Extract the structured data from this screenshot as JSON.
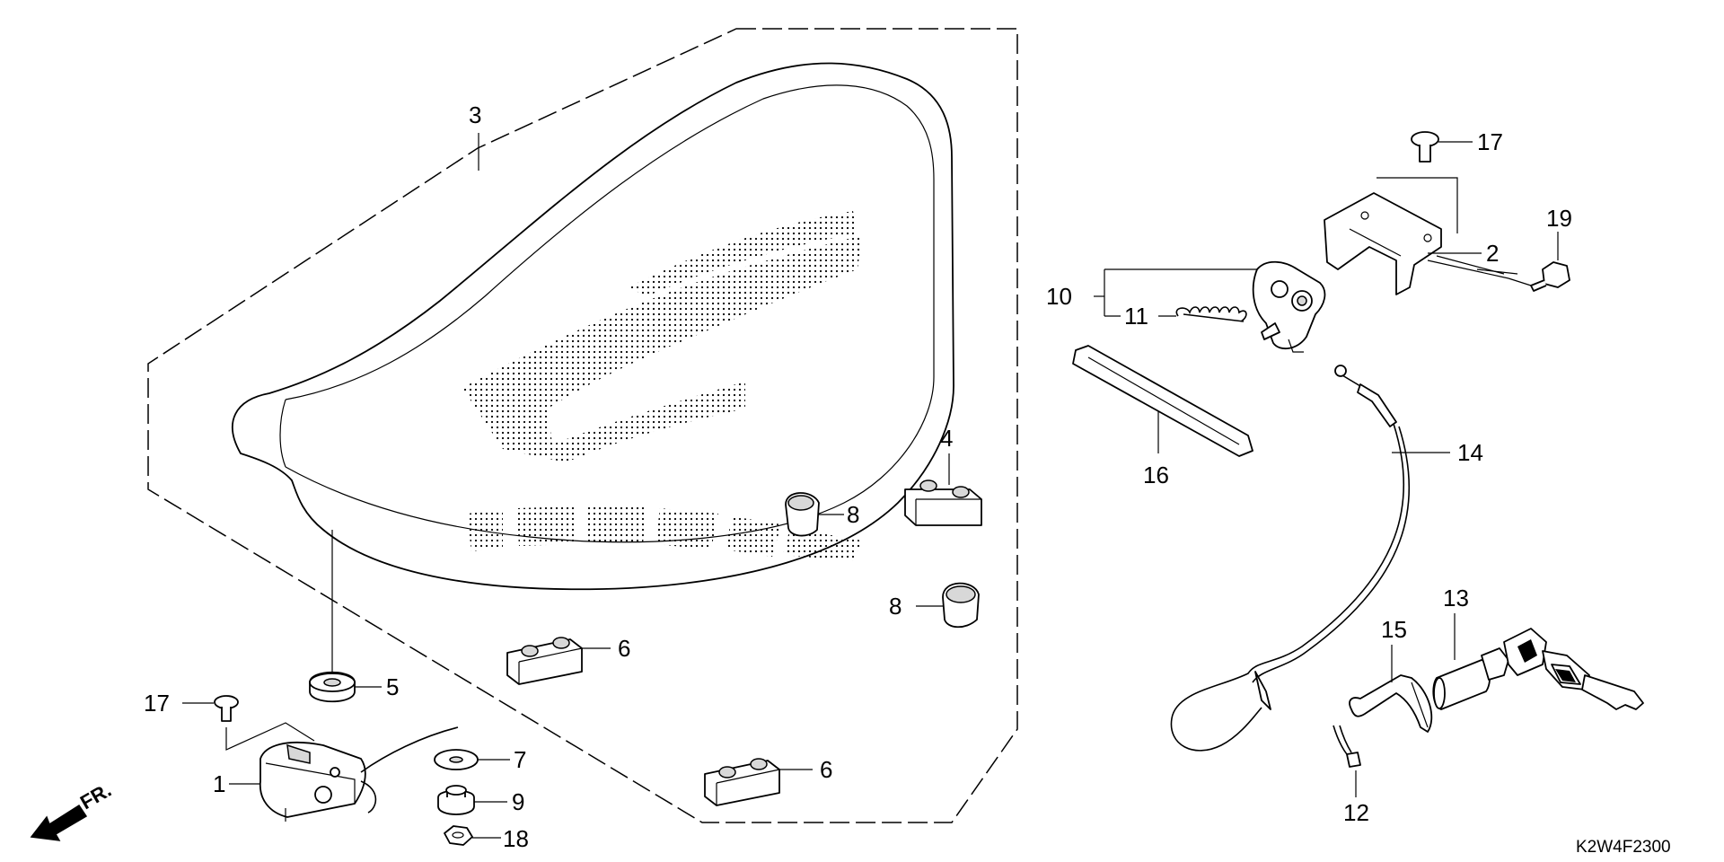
{
  "diagram_code": "K2W4F2300",
  "front_marker": "FR.",
  "callouts": {
    "c1": "1",
    "c2": "2",
    "c3": "3",
    "c4": "4",
    "c5": "5",
    "c6a": "6",
    "c6b": "6",
    "c7": "7",
    "c8a": "8",
    "c8b": "8",
    "c9": "9",
    "c10": "10",
    "c11": "11",
    "c12": "12",
    "c13": "13",
    "c14": "14",
    "c15": "15",
    "c16": "16",
    "c17a": "17",
    "c17b": "17",
    "c18": "18",
    "c19": "19"
  }
}
